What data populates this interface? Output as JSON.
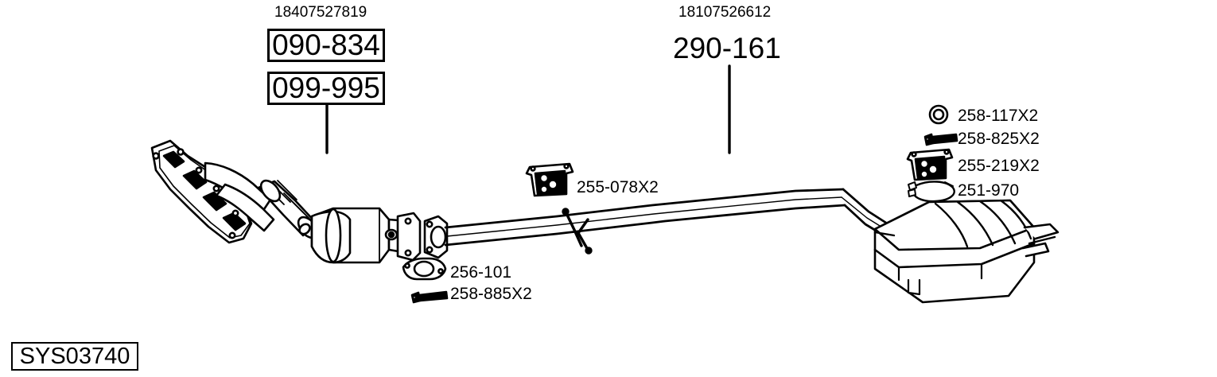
{
  "diagram": {
    "system_code": "SYS03740",
    "oem_labels": [
      {
        "id": "oem-left",
        "text": "18407527819"
      },
      {
        "id": "oem-right",
        "text": "18107526612"
      }
    ],
    "boxed_codes": [
      {
        "id": "code-090-834",
        "text": "090-834"
      },
      {
        "id": "code-099-995",
        "text": "099-995"
      }
    ],
    "plain_codes": [
      {
        "id": "code-290-161",
        "text": "290-161"
      }
    ],
    "parts": [
      {
        "id": "part-255-078",
        "text": "255-078X2",
        "icon": "rubber-mount-icon"
      },
      {
        "id": "part-256-101",
        "text": "256-101",
        "icon": "gasket-icon"
      },
      {
        "id": "part-258-885",
        "text": "258-885X2",
        "icon": "bolt-icon"
      },
      {
        "id": "part-258-117",
        "text": "258-117X2",
        "icon": "ring-icon"
      },
      {
        "id": "part-258-825",
        "text": "258-825X2",
        "icon": "bolt-icon"
      },
      {
        "id": "part-255-219",
        "text": "255-219X2",
        "icon": "rubber-mount-icon"
      },
      {
        "id": "part-251-970",
        "text": "251-970",
        "icon": "strap-clamp-icon"
      }
    ],
    "colors": {
      "line": "#000000",
      "background": "#ffffff",
      "fill_light": "#ffffff"
    }
  }
}
